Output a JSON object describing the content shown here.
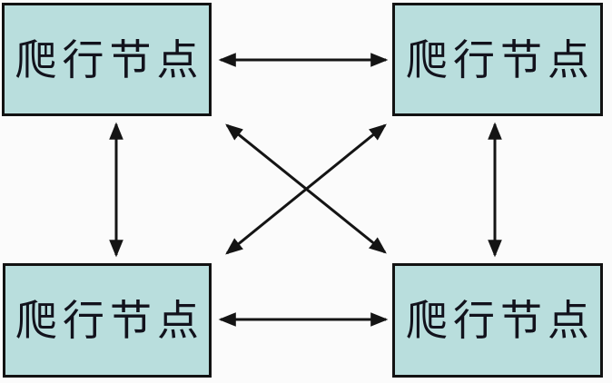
{
  "diagram": {
    "type": "network-topology",
    "colors": {
      "background": "#fbfbfb",
      "node_fill": "#b9dedd",
      "node_border": "#121212",
      "arrow": "#141414"
    },
    "nodes": [
      {
        "id": "top-left",
        "label": "爬行节点"
      },
      {
        "id": "top-right",
        "label": "爬行节点"
      },
      {
        "id": "bottom-left",
        "label": "爬行节点"
      },
      {
        "id": "bottom-right",
        "label": "爬行节点"
      }
    ],
    "edges": [
      {
        "from": "top-left",
        "to": "top-right",
        "bidirectional": true
      },
      {
        "from": "bottom-left",
        "to": "bottom-right",
        "bidirectional": true
      },
      {
        "from": "top-left",
        "to": "bottom-left",
        "bidirectional": true
      },
      {
        "from": "top-right",
        "to": "bottom-right",
        "bidirectional": true
      },
      {
        "from": "top-left",
        "to": "bottom-right",
        "bidirectional": true
      },
      {
        "from": "top-right",
        "to": "bottom-left",
        "bidirectional": true
      }
    ]
  }
}
